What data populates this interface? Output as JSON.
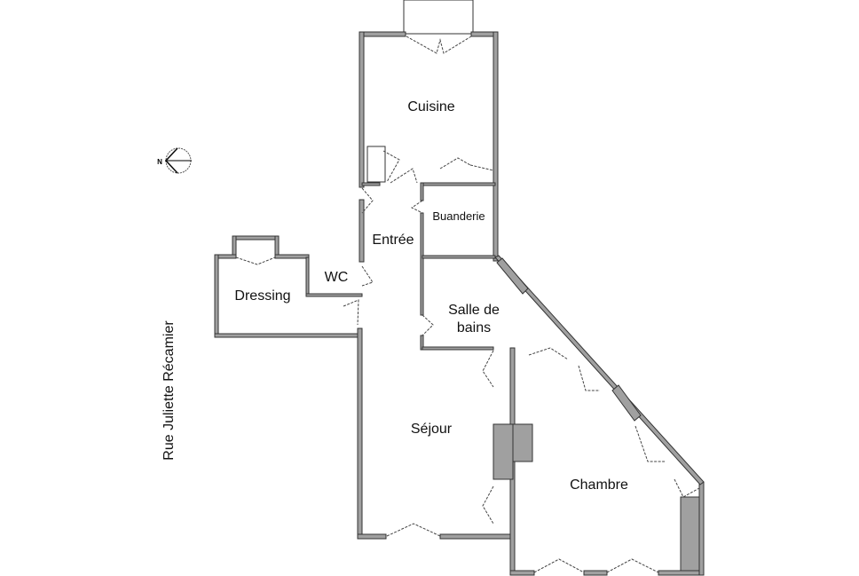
{
  "plan": {
    "rooms": {
      "cuisine": "Cuisine",
      "buanderie": "Buanderie",
      "entree": "Entrée",
      "wc": "WC",
      "dressing": "Dressing",
      "salle_de_bains_line1": "Salle de",
      "salle_de_bains_line2": "bains",
      "sejour": "Séjour",
      "chambre": "Chambre"
    },
    "street": "Rue Juliette Récamier",
    "compass_letter": "N"
  }
}
